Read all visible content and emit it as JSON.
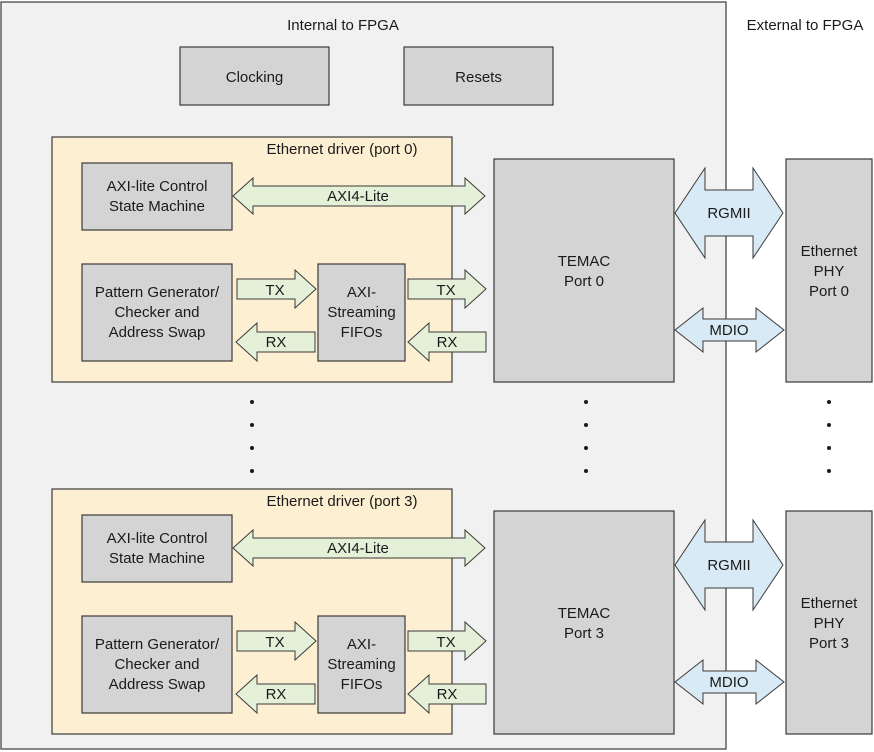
{
  "regions": {
    "internal": "Internal to FPGA",
    "external": "External to FPGA"
  },
  "top_blocks": {
    "clocking": "Clocking",
    "resets": "Resets"
  },
  "ports": [
    {
      "driver_title": "Ethernet driver (port 0)",
      "axi_control": [
        "AXI-lite Control",
        "State Machine"
      ],
      "pattern": [
        "Pattern Generator/",
        "Checker and",
        "Address Swap"
      ],
      "fifo": [
        "AXI-",
        "Streaming",
        "FIFOs"
      ],
      "axi_lite": "AXI4-Lite",
      "tx": "TX",
      "rx": "RX",
      "temac": [
        "TEMAC",
        "Port 0"
      ],
      "rgmii": "RGMII",
      "mdio": "MDIO",
      "phy": [
        "Ethernet",
        "PHY",
        "Port 0"
      ]
    },
    {
      "driver_title": "Ethernet driver (port 3)",
      "axi_control": [
        "AXI-lite Control",
        "State Machine"
      ],
      "pattern": [
        "Pattern Generator/",
        "Checker and",
        "Address Swap"
      ],
      "fifo": [
        "AXI-",
        "Streaming",
        "FIFOs"
      ],
      "axi_lite": "AXI4-Lite",
      "tx": "TX",
      "rx": "RX",
      "temac": [
        "TEMAC",
        "Port 3"
      ],
      "rgmii": "RGMII",
      "mdio": "MDIO",
      "phy": [
        "Ethernet",
        "PHY",
        "Port 3"
      ]
    }
  ],
  "colors": {
    "driver_fill": "#fdf0d2",
    "block_fill": "#d4d4d4",
    "fpga_fill": "#f1f1f1",
    "arrow_green": "#e5f0d9",
    "arrow_blue": "#d8eaf5"
  }
}
